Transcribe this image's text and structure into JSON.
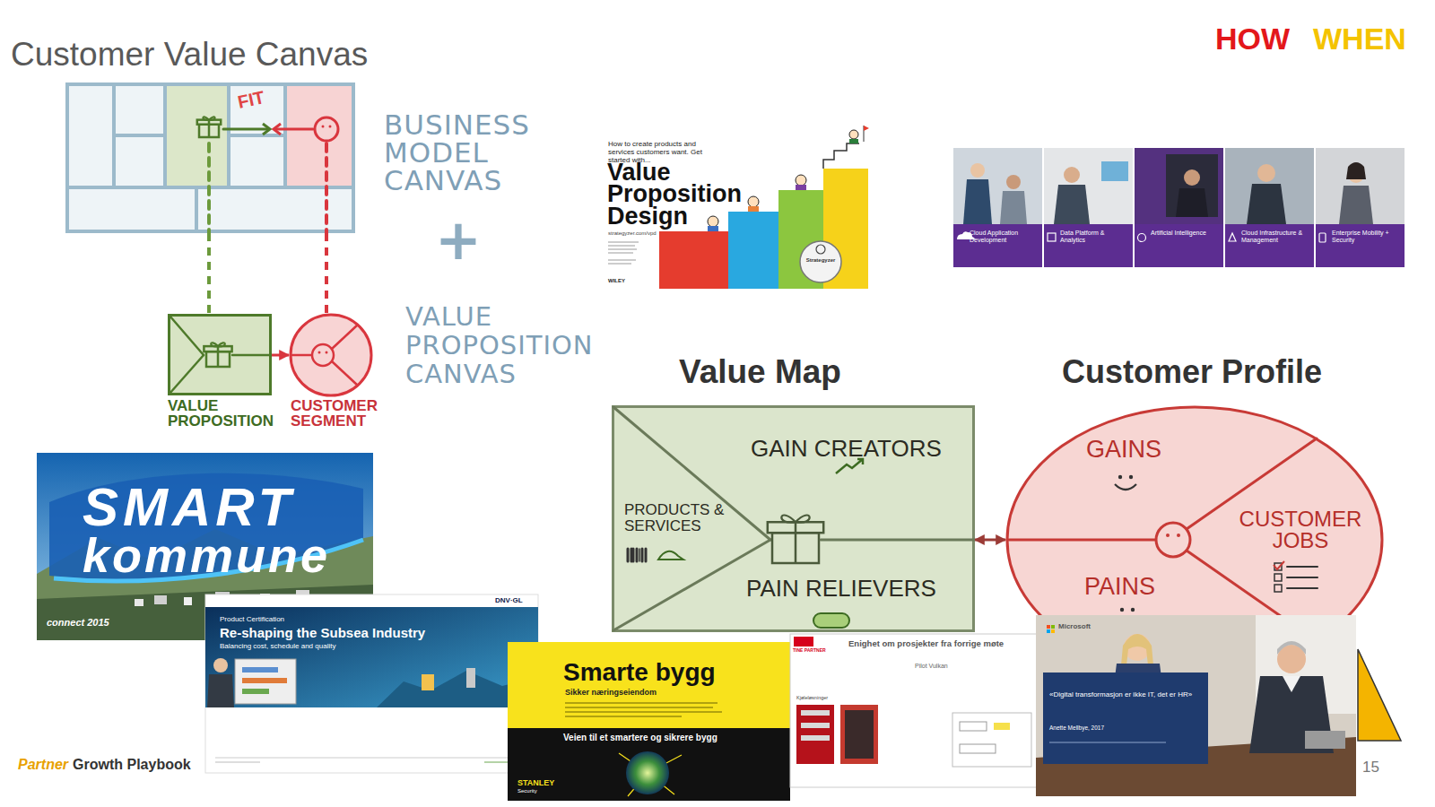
{
  "diagram": {
    "title": "Customer Value Canvas",
    "nodes": [
      {
        "text": [
          "FIT"
        ]
      },
      {
        "text": [
          "VALUE PROPOSITION"
        ]
      },
      {
        "text": [
          "CUSTOMER SEGMENT"
        ]
      },
      {
        "text": [
          "Value Map",
          "GAIN CREATORS",
          "PRODUCTS & SERVICES",
          "PAIN RELIEVERS"
        ]
      },
      {
        "text": [
          "Customer Profile",
          "GAINS",
          "CUSTOMER JOBS",
          "PAINS"
        ]
      }
    ],
    "edges": [
      {
        "from": 0,
        "to": 1,
        "arrow": "none"
      },
      {
        "from": 0,
        "to": 2,
        "arrow": "none"
      },
      {
        "from": 1,
        "to": 2,
        "arrow": "to"
      },
      {
        "from": 3,
        "to": 4,
        "arrow": "both"
      }
    ],
    "labels": [
      "HOW",
      "WHEN",
      "BUSINESS MODEL CANVAS",
      "+",
      "VALUE PROPOSITION CANVAS",
      "How to create products and services customers want. Get started with...",
      "Value Proposition Design",
      "strategyzer.com/vpd",
      "WILEY",
      "Strategyzer",
      "Cloud Application Development",
      "Data Platform & Analytics",
      "Artificial Intelligence",
      "Cloud Infrastructure & Management",
      "Enterprise Mobility + Security",
      "SMART",
      "kommune",
      "connect 2015",
      "DNV·GL",
      "Product Certification",
      "Re-shaping the Subsea Industry",
      "Balancing cost, schedule and quality",
      "Smarte bygg",
      "Sikker næringseiendom",
      "Veien til et smartere og sikrere bygg",
      "STANLEY",
      "Security",
      "TINE PARTNER",
      "Enighet om prosjekter fra forrige møte",
      "Pilot Vulkan",
      "Kjøleløsninger",
      "Microsoft",
      "«Digital transformasjon er ikke IT, det er HR»",
      "Anette Mellbye, 2017",
      "Partner",
      "Growth Playbook",
      "15"
    ]
  }
}
